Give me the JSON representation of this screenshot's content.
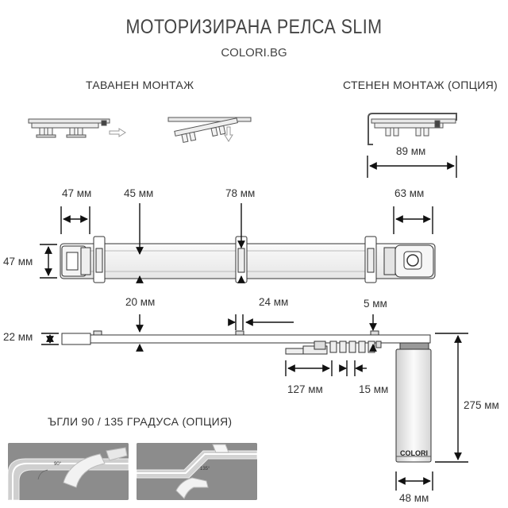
{
  "title": "МОТОРИЗИРАНА РЕЛСА SLIM",
  "subtitle": "COLORI.BG",
  "sections": {
    "ceiling": "ТАВАНЕН МОНТАЖ",
    "wall": "СТЕНЕН МОНТАЖ (ОПЦИЯ)",
    "corners": "ЪГЛИ 90 / 135 ГРАДУСА (ОПЦИЯ)"
  },
  "dimensions": {
    "wall_width": "89 мм",
    "end_left": "47 мм",
    "bracket_45": "45 мм",
    "bracket_78": "78 мм",
    "end_right": "63 мм",
    "height_47": "47 мм",
    "gap_20": "20 мм",
    "gap_24": "24 мм",
    "gap_5": "5 мм",
    "profile_22": "22 мм",
    "motor_275": "275 мм",
    "carrier_127": "127 мм",
    "runner_15": "15 мм",
    "motor_48": "48 мм"
  },
  "motor_label": "COLORI",
  "corner_photo_1_angle": "90°",
  "corner_photo_2_angle": "135°"
}
